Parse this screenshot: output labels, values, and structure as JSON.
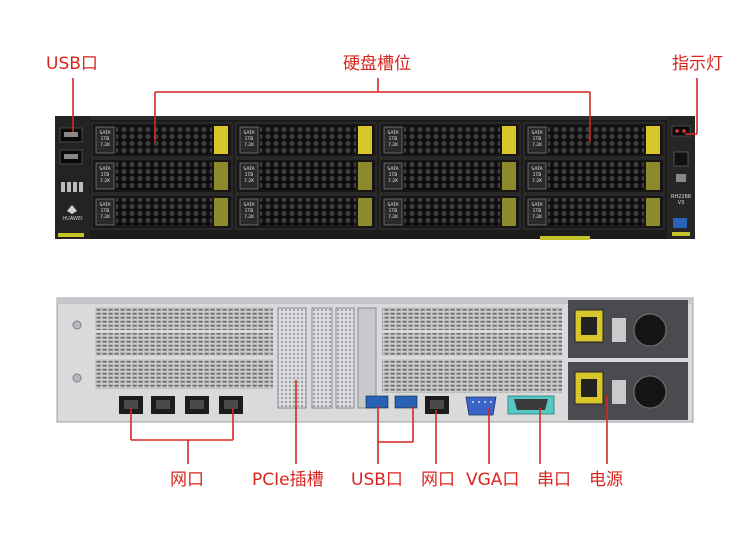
{
  "front_labels": {
    "usb": "USB口",
    "drive_bays": "硬盘槽位",
    "indicator": "指示灯"
  },
  "rear_labels": {
    "network_1": "网口",
    "pcie": "PCIe插槽",
    "usb": "USB口",
    "network_2": "网口",
    "vga": "VGA口",
    "serial": "串口",
    "power": "电源"
  },
  "drive_tag": {
    "line1": "SATA",
    "line2": "1TB",
    "line3": "7.2K"
  },
  "badge": {
    "brand": "HUAWEI",
    "model": "RH2288",
    "version": "V3"
  },
  "colors": {
    "callout": "#d8261f",
    "chassis_dark": "#1b1b1b",
    "chassis_rear": "#d9dadc",
    "accent_yellow": "#d8c62a",
    "port_blue": "#2a63b6"
  }
}
